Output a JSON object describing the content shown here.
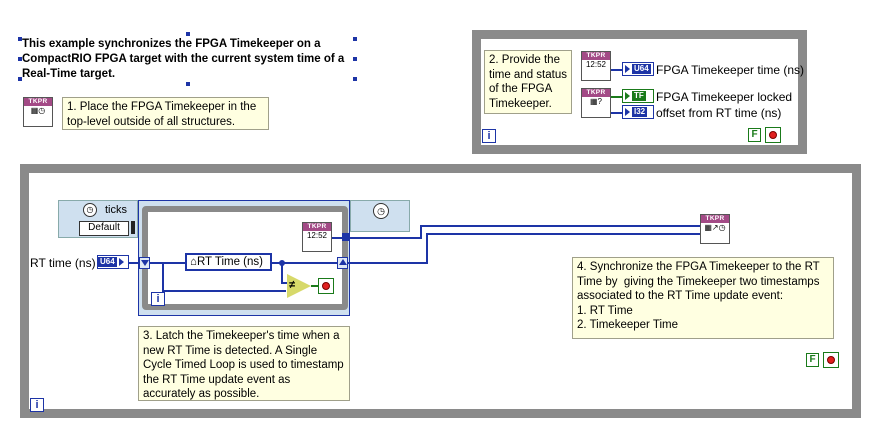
{
  "title_note": "This example synchronizes the FPGA Timekeeper on a CompactRIO FPGA target with the current system time of a Real-Time target.",
  "note_1": "1. Place the FPGA Timekeeper in the top-level outside of all structures.",
  "note_2": "2. Provide the time and status of the FPGA Timekeeper.",
  "note_3": "3. Latch the Timekeeper's time when a new RT Time is detected. A Single Cycle Timed Loop is used to timestamp the RT Time update event as accurately as possible.",
  "note_4": "4. Synchronize the FPGA Timekeeper to the RT Time by  giving the Timekeeper two timestamps associated to the RT Time update event:\n1. RT Time\n2. Timekeeper Time",
  "vi_band": "TKPR",
  "vi_time": "12:52",
  "iteration": "i",
  "indicators": {
    "time": {
      "type": "U64",
      "label": "FPGA Timekeeper time (ns)"
    },
    "locked": {
      "type": "TF",
      "label": "FPGA Timekeeper locked"
    },
    "offset": {
      "type": "I32",
      "label": "offset from RT time (ns)"
    }
  },
  "control_rt_time": {
    "label": "RT time (ns)",
    "type": "U64"
  },
  "local_var": "RT Time (ns)",
  "timed_loop": {
    "unit": "ticks",
    "source": "Default"
  },
  "stop_const": "F",
  "compare": "≠"
}
